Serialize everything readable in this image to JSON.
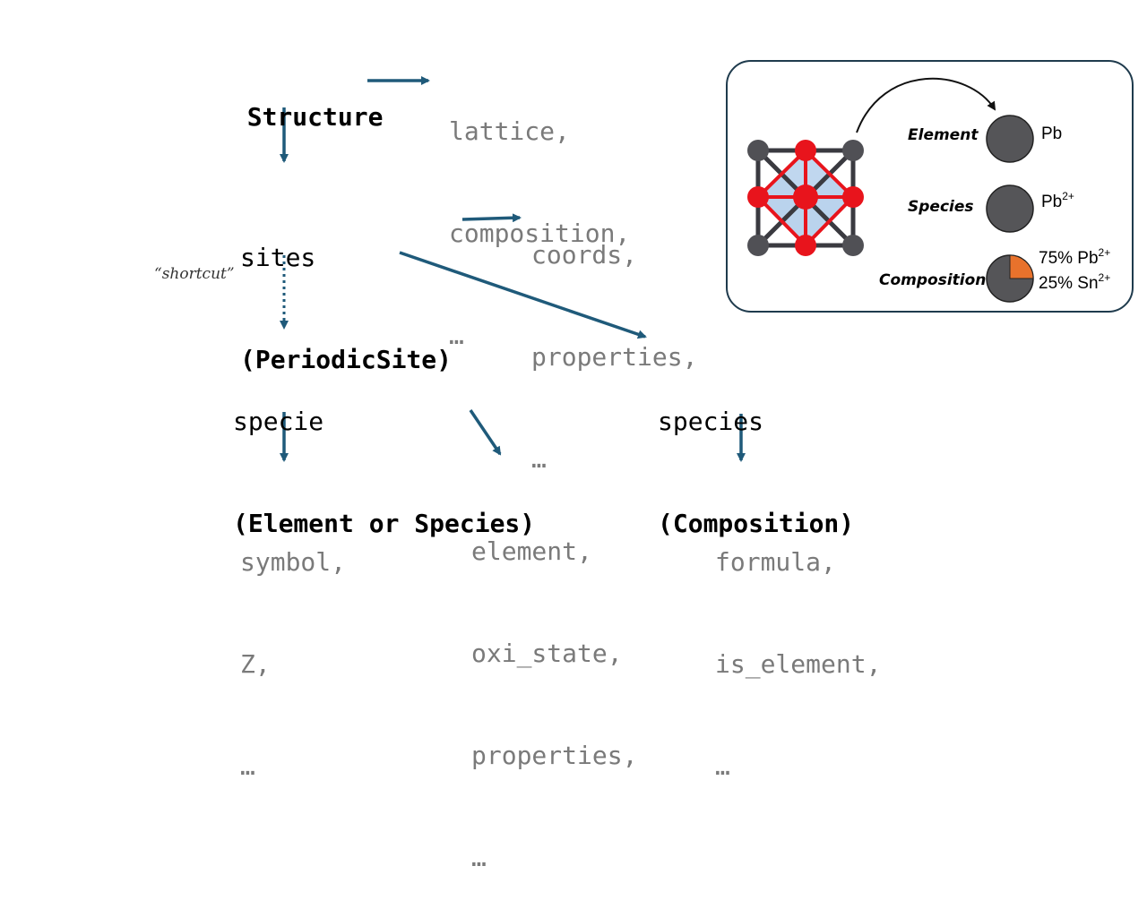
{
  "structure": {
    "label": "Structure",
    "attrs": [
      "lattice,",
      "composition,",
      "…"
    ]
  },
  "sites": {
    "label": "sites",
    "type": "(PeriodicSite)",
    "attrs": [
      "coords,",
      "properties,",
      "…"
    ]
  },
  "shortcut_label": "“shortcut”",
  "specie": {
    "label": "specie",
    "type": "(Element or Species)",
    "attrs_left": [
      "symbol,",
      "Z,",
      "…"
    ],
    "attrs_right": [
      "element,",
      "oxi_state,",
      "properties,",
      "…"
    ]
  },
  "species": {
    "label": "species",
    "type": "(Composition)",
    "attrs": [
      "formula,",
      "is_element,",
      "…"
    ]
  },
  "inset": {
    "element_label": "Element",
    "species_label": "Species",
    "composition_label": "Composition",
    "element_value": "Pb",
    "species_value_base": "Pb",
    "species_value_charge": "2+",
    "comp_line1_pct": "75% Pb",
    "comp_line1_charge": "2+",
    "comp_line2_pct": "25% Sn",
    "comp_line2_charge": "2+",
    "comp_fraction_pb": 0.75,
    "comp_fraction_sn": 0.25
  },
  "colors": {
    "arrow": "#1f5a7a",
    "attr_text": "#7a7a7a",
    "atom_dark": "#505055",
    "atom_red": "#e8141c",
    "slice_orange": "#e8722c",
    "octahedron": "#a9c8e8"
  }
}
